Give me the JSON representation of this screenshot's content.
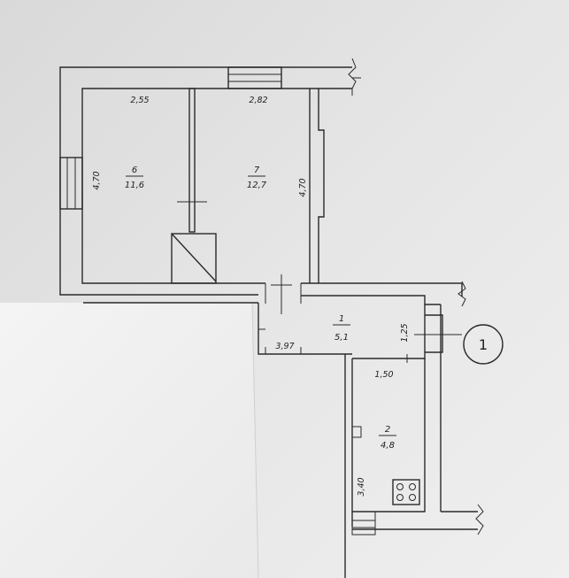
{
  "rooms": [
    {
      "number": "6",
      "area": "11,6"
    },
    {
      "number": "7",
      "area": "12,7"
    },
    {
      "number": "1",
      "area": "5,1"
    },
    {
      "number": "2",
      "area": "4,8"
    }
  ],
  "dimensions": {
    "room6_width": "2,55",
    "room6_height": "4,70",
    "room7_width": "2,82",
    "room7_height": "4,70",
    "room1_width": "3,97",
    "room1_height": "1,25",
    "room2_width": "1,50",
    "room2_height": "3,40"
  },
  "section_marker": "1"
}
